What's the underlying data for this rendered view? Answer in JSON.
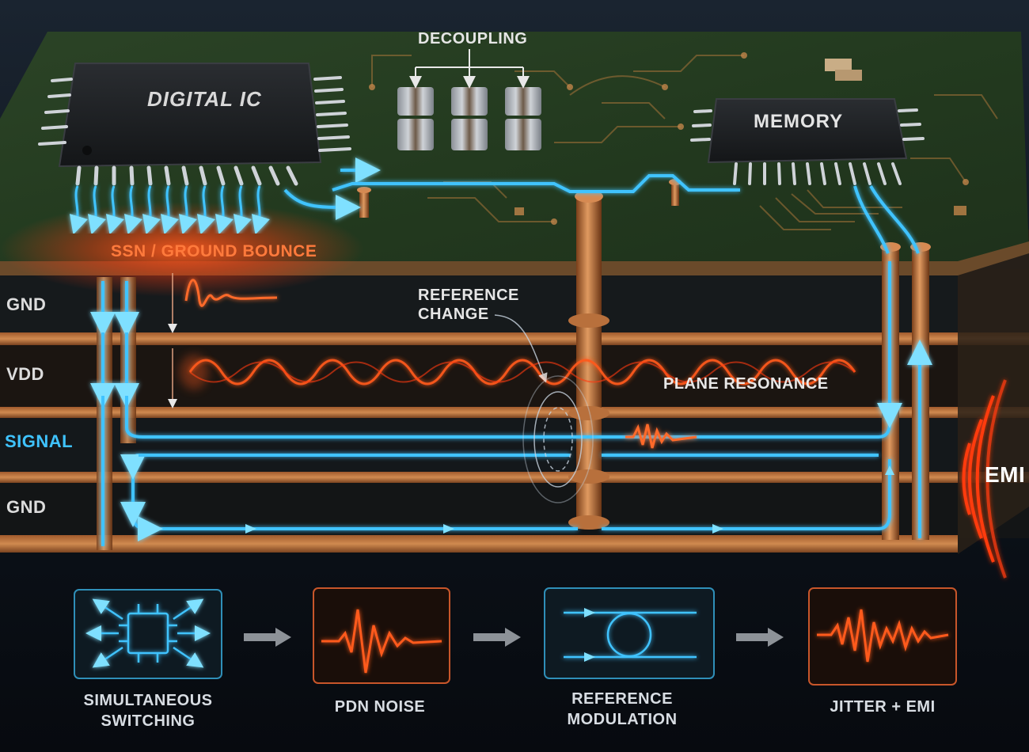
{
  "ic_labels": {
    "digital_ic": "DIGITAL IC",
    "memory": "MEMORY",
    "decoupling": "DECOUPLING"
  },
  "callouts": {
    "ssn": "SSN / GROUND BOUNCE",
    "reference_change_line1": "REFERENCE",
    "reference_change_line2": "CHANGE",
    "plane_resonance": "PLANE RESONANCE",
    "emi": "EMI"
  },
  "layers": {
    "gnd_top": "GND",
    "vdd": "VDD",
    "signal": "SIGNAL",
    "gnd_bottom": "GND"
  },
  "steps": [
    {
      "label": "SIMULTANEOUS\nSWITCHING",
      "icon": "chip-switching-icon"
    },
    {
      "label": "PDN NOISE",
      "icon": "noise-waveform-icon"
    },
    {
      "label": "REFERENCE\nMODULATION",
      "icon": "reference-loop-icon"
    },
    {
      "label": "JITTER + EMI",
      "icon": "jitter-waveform-icon"
    }
  ],
  "colors": {
    "signal_blue": "#3fc3ff",
    "noise_orange": "#ff5a1f",
    "copper": "#c8743a",
    "pcb_green": "#243a22",
    "background": "#0a0f16"
  }
}
